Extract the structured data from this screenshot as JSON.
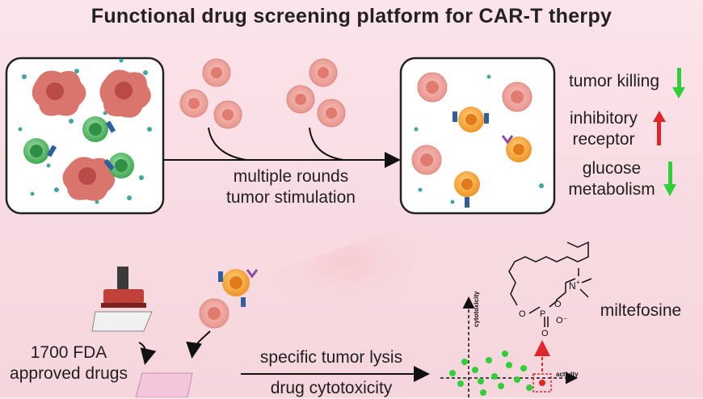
{
  "title": "Functional drug screening platform for CAR-T therpy",
  "stimulation": {
    "line1": "multiple rounds",
    "line2": "tumor stimulation"
  },
  "readouts": [
    {
      "label": "tumor killing",
      "direction": "down",
      "color": "#2fcf3a"
    },
    {
      "label_line1": "inhibitory",
      "label_line2": "receptor",
      "direction": "up",
      "color": "#e0262a"
    },
    {
      "label_line1": "glucose",
      "label_line2": "metabolism",
      "direction": "down",
      "color": "#2fcf3a"
    }
  ],
  "screening": {
    "library_line1": "1700 FDA",
    "library_line2": "approved drugs",
    "assay_line1": "specific tumor lysis",
    "assay_line2": "drug cytotoxicity"
  },
  "plot": {
    "y_axis_label": "cytotoxicity",
    "x_axis_label": "activity"
  },
  "hit_compound": {
    "name": "miltefosine",
    "n_label": "N",
    "n_charge": "+",
    "o_minus": "O⁻",
    "p_label": "P",
    "o_label": "O"
  },
  "colors": {
    "tumor": "#ef9a92",
    "tcell": "#5fbf6e",
    "exhausted": "#f2a23a",
    "antibody": "#2f5f9e"
  }
}
